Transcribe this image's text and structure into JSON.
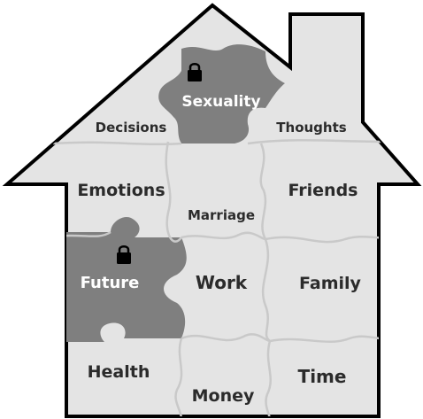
{
  "pieces": {
    "sexuality": "Sexuality",
    "decisions": "Decisions",
    "thoughts": "Thoughts",
    "emotions": "Emotions",
    "friends": "Friends",
    "marriage": "Marriage",
    "future": "Future",
    "work": "Work",
    "family": "Family",
    "health": "Health",
    "money": "Money",
    "time": "Time"
  },
  "locked_pieces": [
    "Sexuality",
    "Future"
  ],
  "icons": {
    "lock": "lock-icon"
  },
  "colors": {
    "house_fill": "#e4e4e4",
    "house_outline": "#000000",
    "locked_piece_fill": "#7f7f7f",
    "text": "#2b2b2b",
    "locked_text": "#ffffff"
  }
}
